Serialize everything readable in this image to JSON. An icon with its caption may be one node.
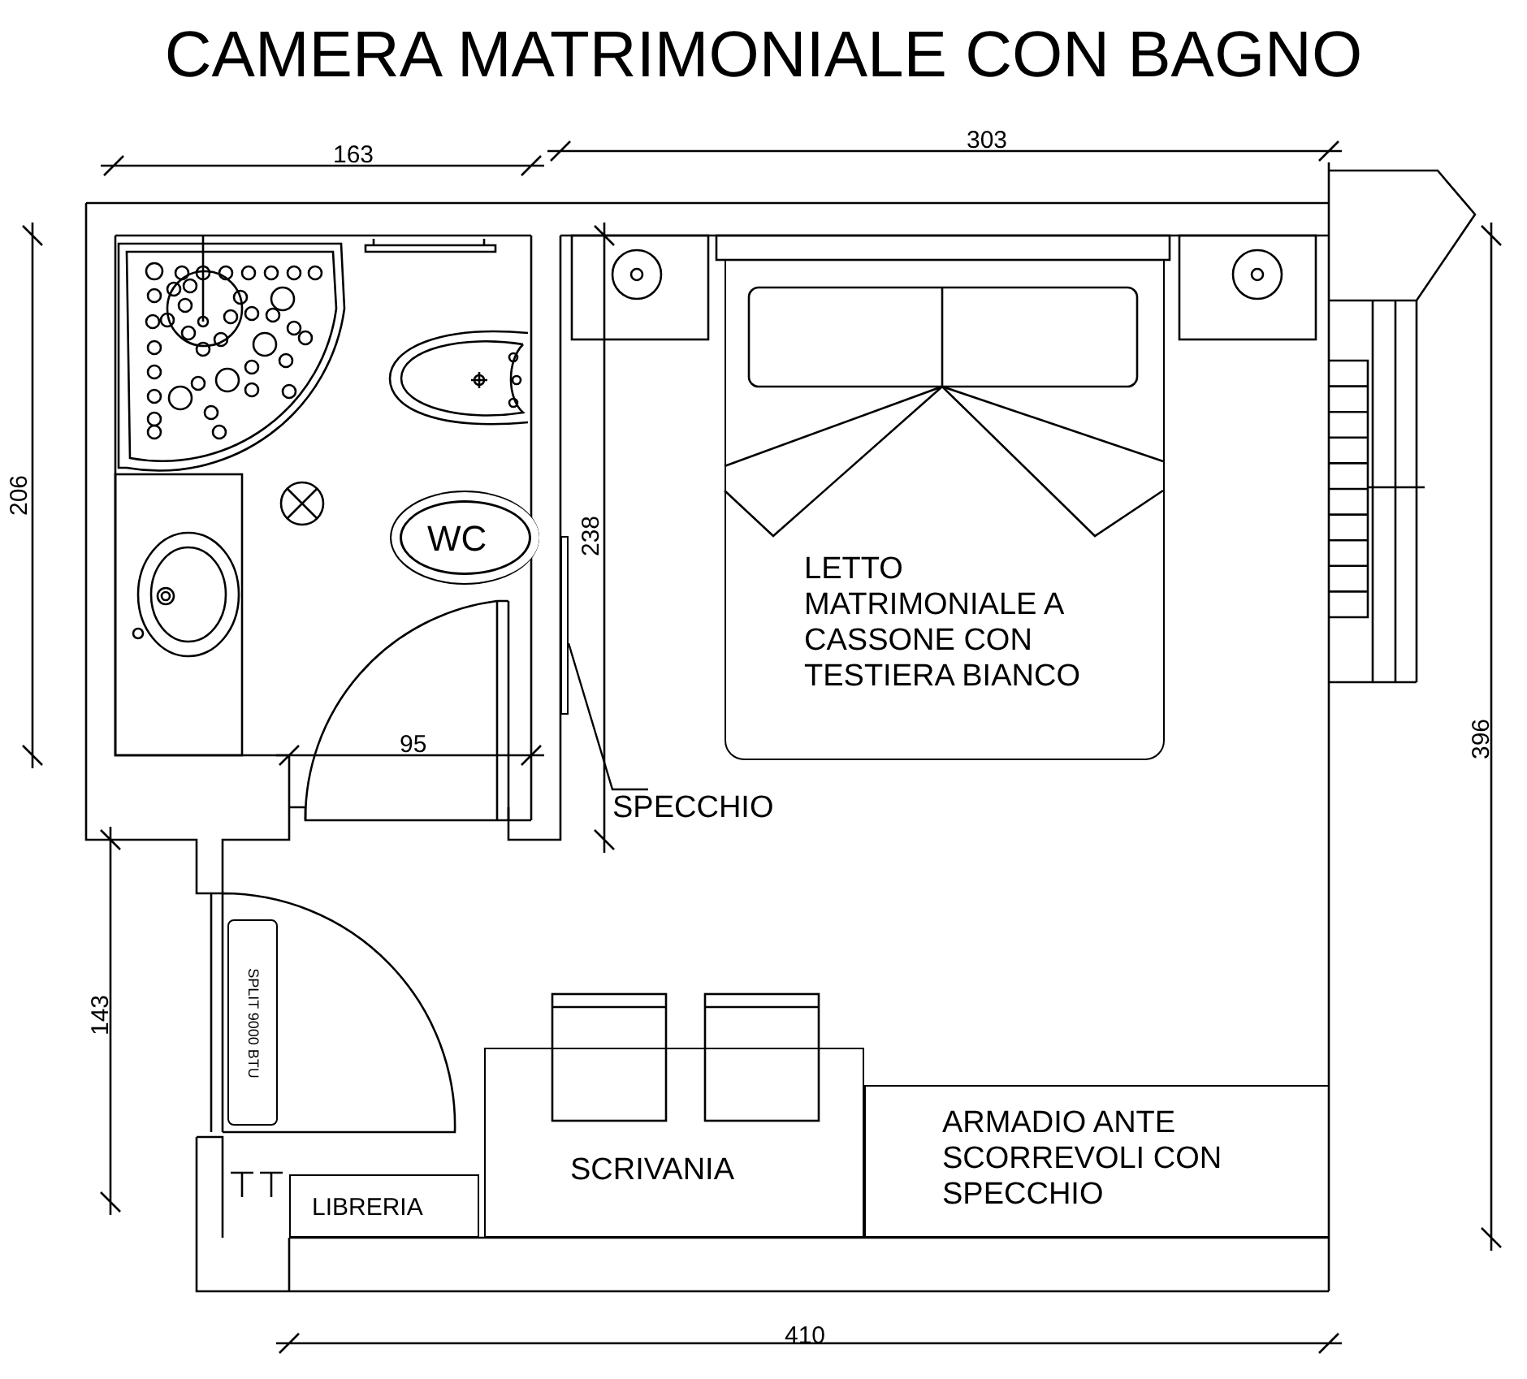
{
  "diagram": {
    "title": "CAMERA MATRIMONIALE CON BAGNO",
    "nodes": [
      {
        "text": [
          "LETTO MATRIMONIALE A CASSONE CON TESTIERA BIANCO"
        ]
      },
      {
        "text": [
          "WC"
        ]
      },
      {
        "text": [
          "SPECCHIO"
        ]
      },
      {
        "text": [],
        "shape": "bar"
      },
      {
        "text": [
          "SPLIT 9000 BTU"
        ]
      },
      {
        "text": [
          "SCRIVANIA"
        ]
      },
      {
        "text": [
          "LIBRERIA"
        ]
      },
      {
        "text": [
          "ARMADIO ANTE SCORREVOLI CON SPECCHIO"
        ]
      }
    ],
    "edges": [
      {
        "from": 2,
        "to": 3,
        "arrow": "none"
      }
    ],
    "labels": [
      "163",
      "303",
      "206",
      "238",
      "95",
      "396",
      "143",
      "410"
    ]
  }
}
